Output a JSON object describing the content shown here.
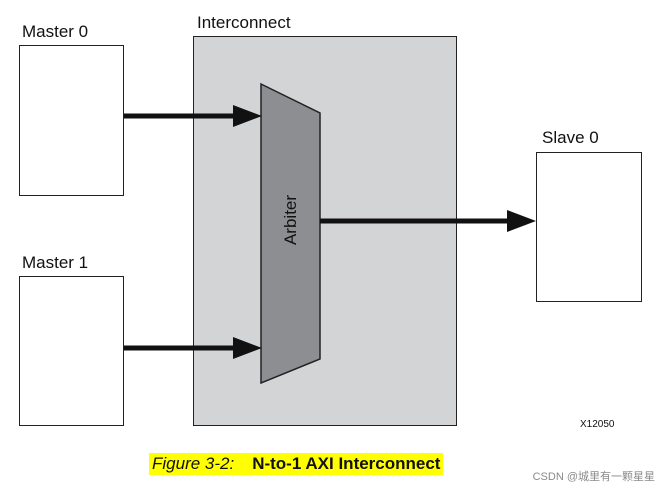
{
  "diagram": {
    "interconnect_label": "Interconnect",
    "masters": [
      {
        "label": "Master 0"
      },
      {
        "label": "Master 1"
      }
    ],
    "slave_label": "Slave 0",
    "arbiter_label": "Arbiter",
    "figure_id": "X12050"
  },
  "caption": {
    "prefix": "Figure 3-2:",
    "title": "N-to-1 AXI Interconnect"
  },
  "watermark": "CSDN @城里有一颗星星",
  "colors": {
    "interconnect_fill": "#d2d4d6",
    "arbiter_fill": "#8c8e91",
    "arrow": "#111111",
    "caption_highlight": "#ffff00"
  }
}
